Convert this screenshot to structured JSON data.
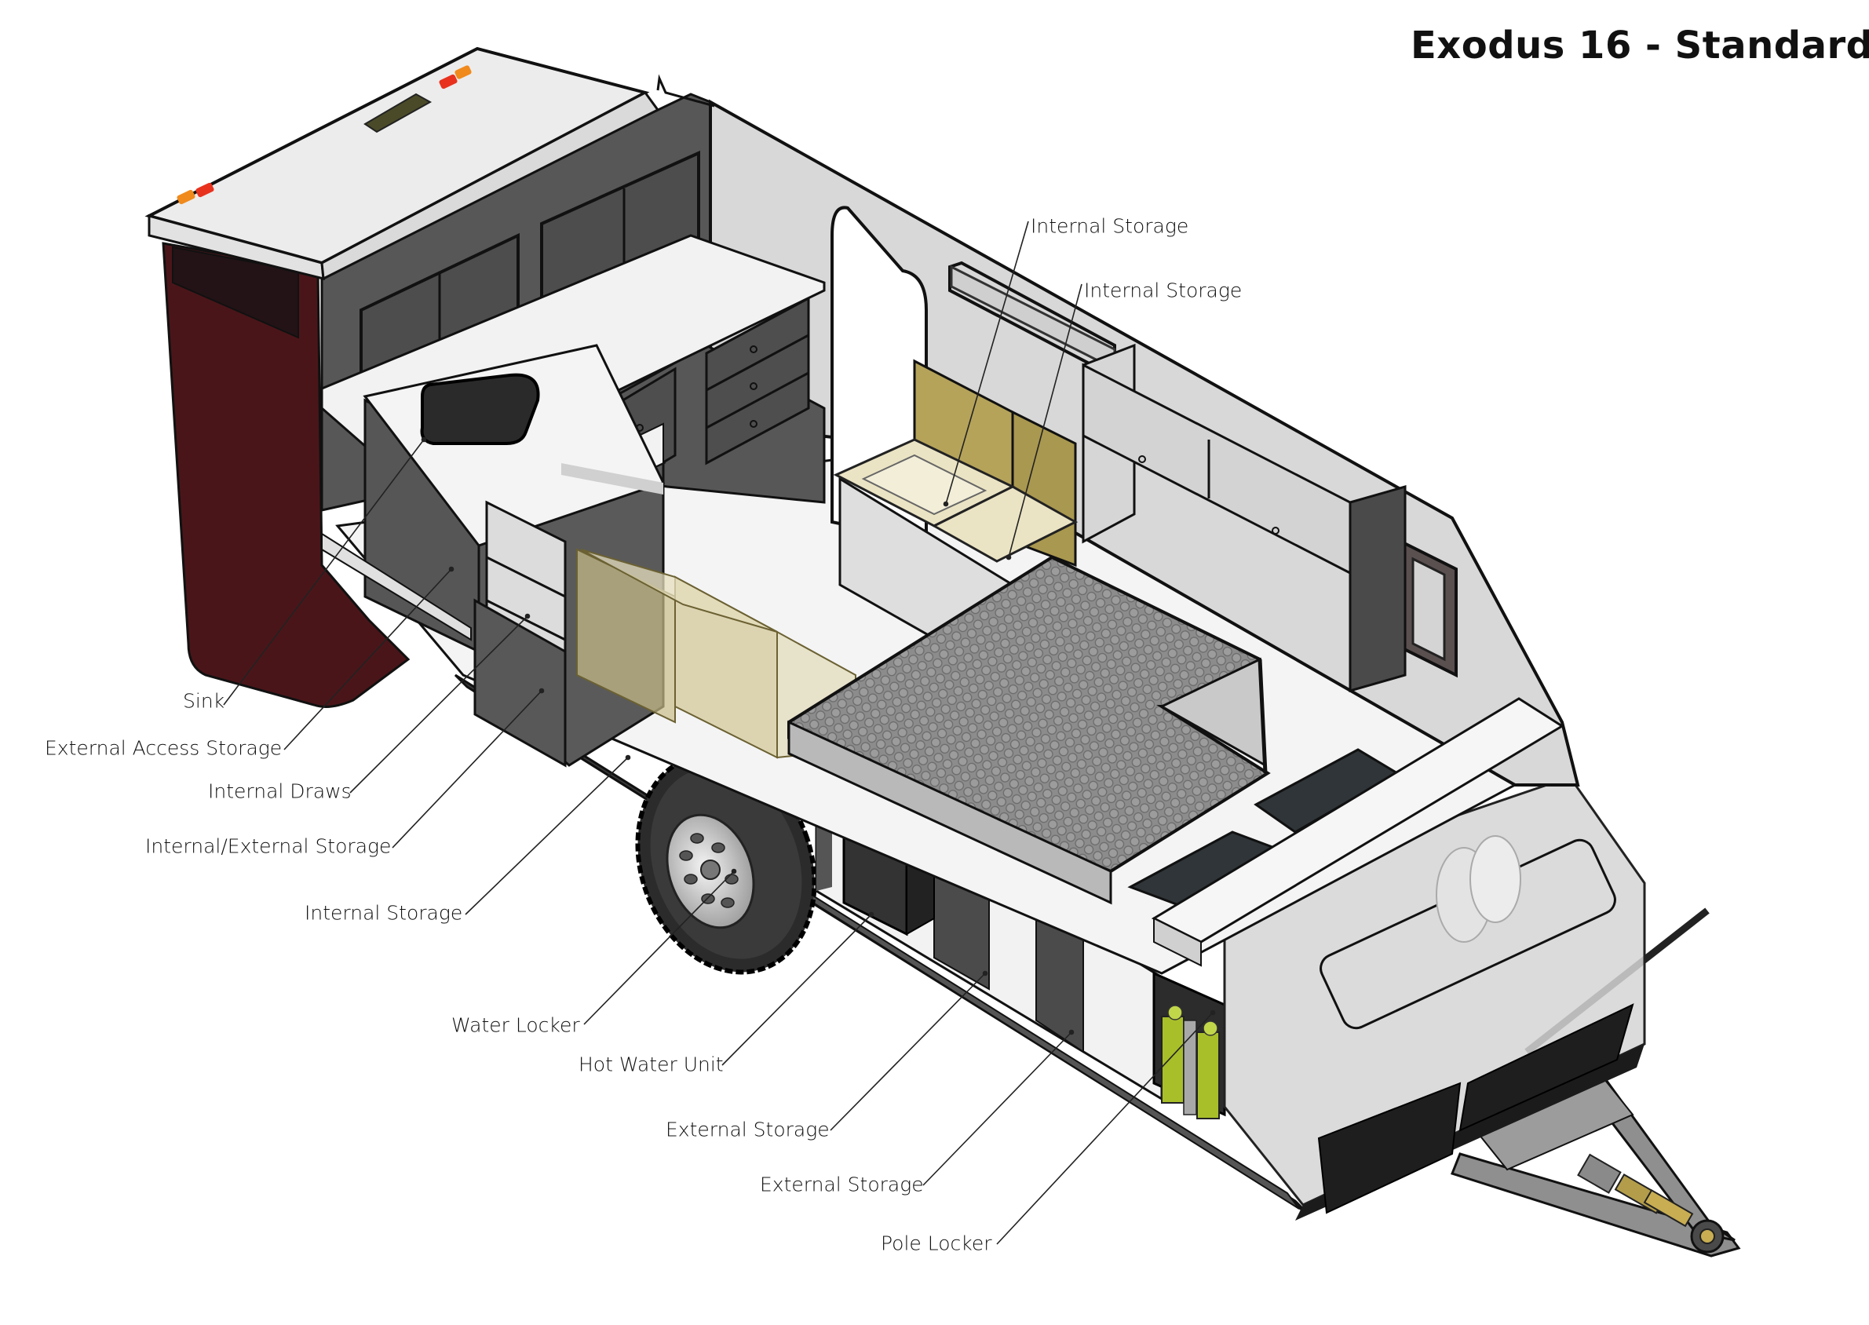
{
  "diagram": {
    "title": "Exodus 16 - Standard",
    "subject": "Off-road camper trailer, isometric cutaway",
    "colors": {
      "background": "#ffffff",
      "rear_panel": "#4a1519",
      "cabinet_dark": "#555555",
      "wall_light": "#d6d6d6",
      "floor": "#f4f4f4",
      "bench_tan": "#b5a35a",
      "storage_box": "#e8e2c6",
      "mattress": "#8a8a8a",
      "cushion": "#2f3538",
      "jerry_can": "#a9bf2a",
      "tail_light_red": "#e8321e",
      "tail_light_orange": "#f08a1c",
      "frame": "#2a2a2a"
    },
    "labels_left": [
      {
        "id": "sink",
        "text": "Sink"
      },
      {
        "id": "external-access-storage",
        "text": "External Access Storage"
      },
      {
        "id": "internal-draws",
        "text": "Internal Draws"
      },
      {
        "id": "internal-external-storage",
        "text": "Internal/External Storage"
      },
      {
        "id": "internal-storage-rear",
        "text": "Internal Storage"
      },
      {
        "id": "water-locker",
        "text": "Water Locker"
      },
      {
        "id": "hot-water-unit",
        "text": "Hot Water Unit"
      },
      {
        "id": "external-storage-1",
        "text": "External Storage"
      },
      {
        "id": "external-storage-2",
        "text": "External Storage"
      },
      {
        "id": "pole-locker",
        "text": "Pole Locker"
      }
    ],
    "labels_top": [
      {
        "id": "internal-storage-seat-1",
        "text": "Internal Storage"
      },
      {
        "id": "internal-storage-seat-2",
        "text": "Internal Storage"
      }
    ]
  }
}
